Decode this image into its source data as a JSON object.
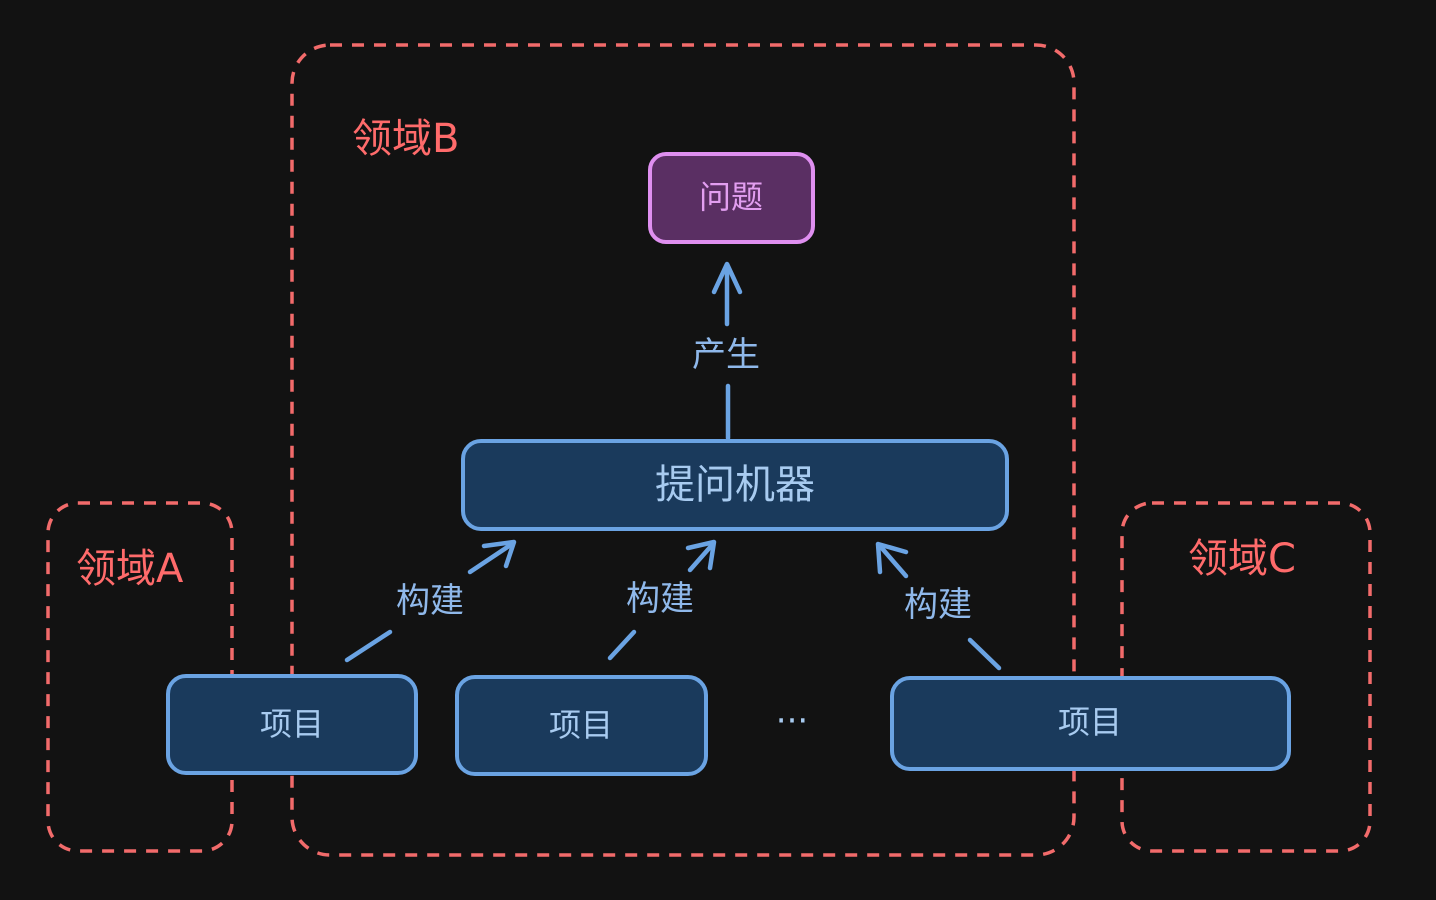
{
  "domains": {
    "a": "领域A",
    "b": "领域B",
    "c": "领域C"
  },
  "nodes": {
    "question": "问题",
    "machine": "提问机器",
    "project_1": "项目",
    "project_2": "项目",
    "project_3": "项目",
    "ellipsis": "···"
  },
  "edges": {
    "produce": "产生",
    "build_1": "构建",
    "build_2": "构建",
    "build_3": "构建"
  },
  "colors": {
    "background": "#121212",
    "domain_border": "#f26b6b",
    "node_fill": "#1a3a5c",
    "node_border": "#6aa3e3",
    "question_fill": "#5a2f63",
    "question_border": "#df8ff0"
  }
}
